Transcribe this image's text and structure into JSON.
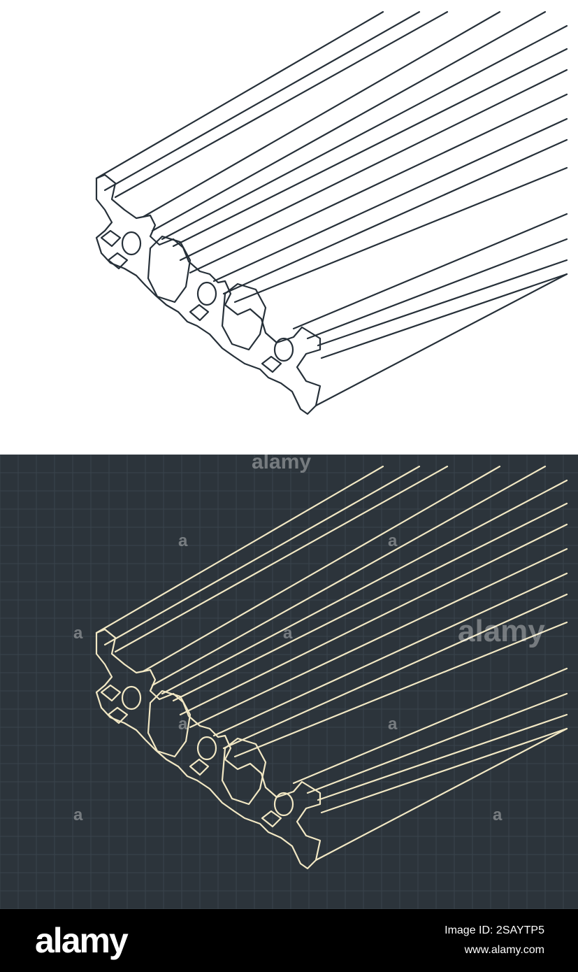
{
  "colors": {
    "light_background": "#ffffff",
    "light_line": "#263039",
    "dark_background": "#2c343b",
    "dark_grid": "#3a444c",
    "dark_line": "#f2e8c4",
    "footer_background": "#000000",
    "footer_text": "#ffffff"
  },
  "watermark": {
    "label": "alamy",
    "small_label": "a"
  },
  "footer": {
    "logo": "alamy",
    "image_id": "Image ID: 2SAYTP5",
    "url": "www.alamy.com"
  },
  "icons": {
    "profile_drawing": "aluminum-extrusion-profile-icon"
  }
}
